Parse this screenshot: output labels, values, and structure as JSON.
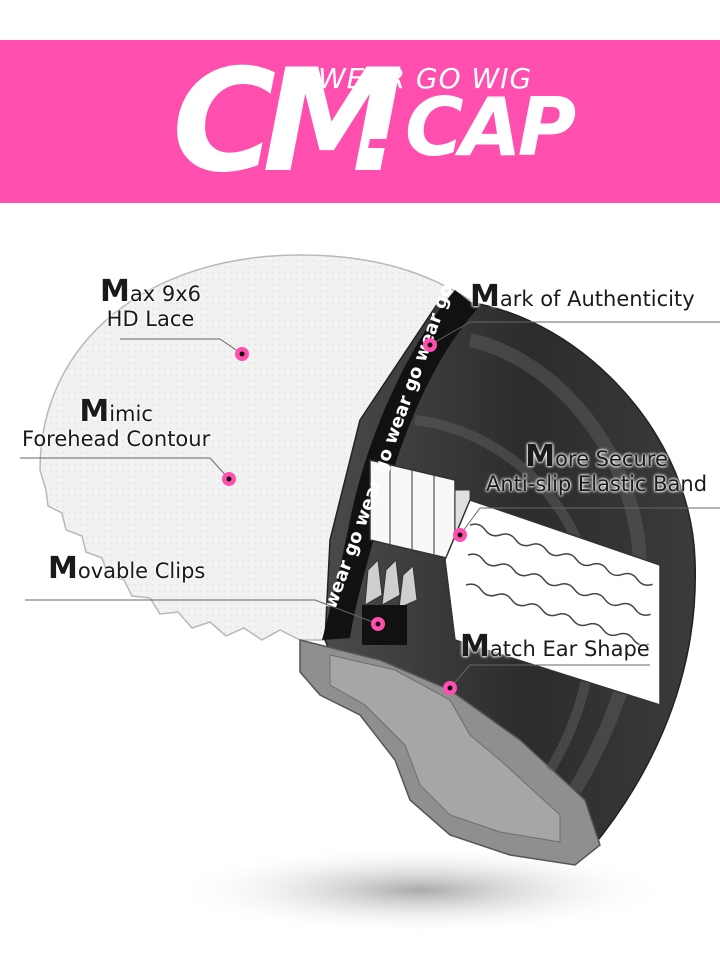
{
  "brand": {
    "logo_main": "CM",
    "logo_second": "CAP",
    "tagline": "WEAR GO WIG",
    "band_text": "wear go wear go wear go wear go"
  },
  "colors": {
    "brand_pink": "#ff4fae",
    "cap_dark": "#2e2e2e",
    "lace": "#f2f2f2",
    "ear_tab": "#9a9a9a"
  },
  "features": {
    "max_lace": {
      "initial": "M",
      "line1_rest": "ax 9x6",
      "line2": "HD Lace"
    },
    "mimic": {
      "initial": "M",
      "line1_rest": "imic",
      "line2": "Forehead Contour"
    },
    "clips": {
      "initial": "M",
      "line1_rest": "ovable Clips"
    },
    "authenticity": {
      "initial": "M",
      "line1_rest": "ark of Authenticity"
    },
    "secure": {
      "initial": "M",
      "line1_rest": "ore Secure",
      "line2": "Anti-slip Elastic Band"
    },
    "ear": {
      "initial": "M",
      "line1_rest": "atch Ear Shape"
    }
  }
}
